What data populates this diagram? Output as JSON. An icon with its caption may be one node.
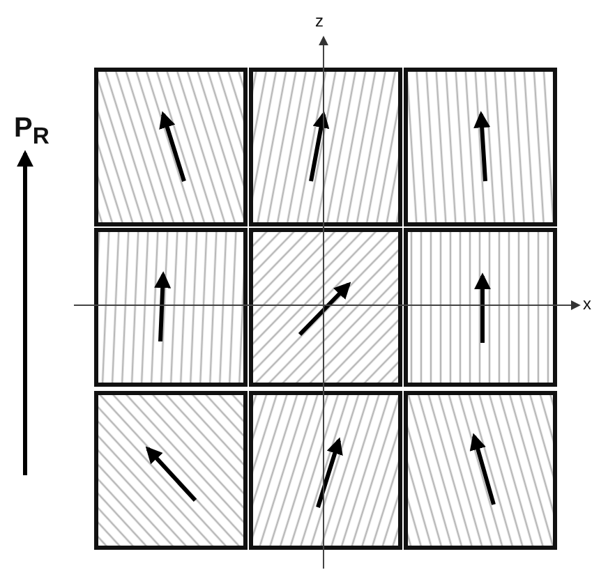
{
  "diagram": {
    "nodes": [
      {
        "text": [],
        "shape": "box"
      },
      {
        "text": [],
        "shape": "box"
      },
      {
        "text": [],
        "shape": "box"
      },
      {
        "text": [],
        "shape": "box"
      },
      {
        "text": [],
        "shape": "box"
      },
      {
        "text": [],
        "shape": "box"
      },
      {
        "text": [],
        "shape": "box"
      },
      {
        "text": [],
        "shape": "box"
      },
      {
        "text": [],
        "shape": "box"
      }
    ],
    "labels": [
      "P$_{R}$",
      "z",
      "x"
    ]
  }
}
